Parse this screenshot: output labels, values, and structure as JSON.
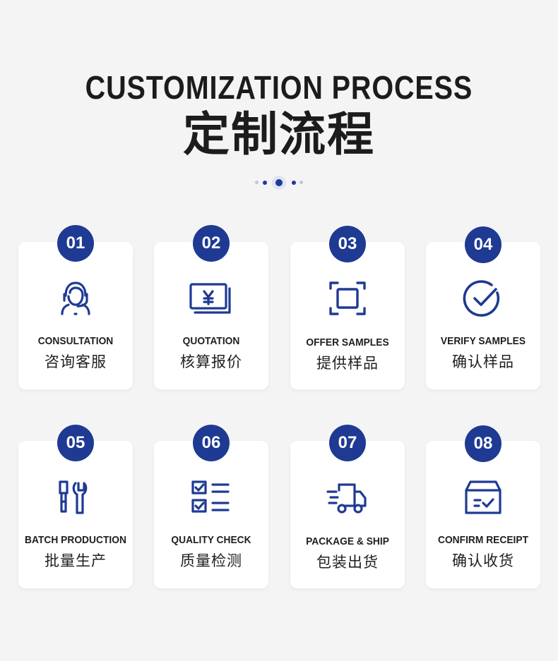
{
  "header": {
    "title_en": "CUSTOMIZATION PROCESS",
    "title_cn": "定制流程"
  },
  "accent_color": "#1f3a93",
  "steps": [
    {
      "number": "01",
      "label_en": "CONSULTATION",
      "label_cn": "咨询客服",
      "icon": "headset-agent-icon"
    },
    {
      "number": "02",
      "label_en": "QUOTATION",
      "label_cn": "核算报价",
      "icon": "yuan-banknote-icon"
    },
    {
      "number": "03",
      "label_en": "OFFER SAMPLES",
      "label_cn": "提供样品",
      "icon": "frame-corners-icon"
    },
    {
      "number": "04",
      "label_en": "VERIFY SAMPLES",
      "label_cn": "确认样品",
      "icon": "check-circle-icon"
    },
    {
      "number": "05",
      "label_en": "BATCH PRODUCTION",
      "label_cn": "批量生产",
      "icon": "wrench-screwdriver-icon"
    },
    {
      "number": "06",
      "label_en": "QUALITY CHECK",
      "label_cn": "质量检测",
      "icon": "checklist-icon"
    },
    {
      "number": "07",
      "label_en": "PACKAGE & SHIP",
      "label_cn": "包装出货",
      "icon": "delivery-truck-icon"
    },
    {
      "number": "08",
      "label_en": "CONFIRM RECEIPT",
      "label_cn": "确认收货",
      "icon": "box-check-icon"
    }
  ]
}
